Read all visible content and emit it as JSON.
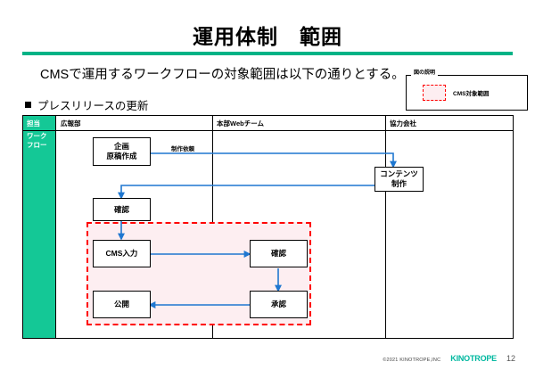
{
  "slide": {
    "title": "運用体制　範囲",
    "lead_text": "CMSで運用するワークフローの対象範囲は以下の通りとする。",
    "bullet_text": "プレスリリースの更新",
    "accent_color": "#00b386",
    "green_column_color": "#14c896",
    "scope_border_color": "#ff0000",
    "scope_fill_color": "#fdeef1",
    "connector_color": "#1f77d0"
  },
  "legend": {
    "caption": "図の説明",
    "item_label": "CMS対象範囲"
  },
  "table": {
    "responsible": {
      "header": "担当",
      "body": "ワーク\nフロー"
    },
    "columns": [
      {
        "label": "広報部"
      },
      {
        "label": "本部Webチーム"
      },
      {
        "label": "協力会社"
      }
    ]
  },
  "flow": {
    "nodes": [
      {
        "id": "plan",
        "label": "企画\n原稿作成",
        "column": "広報部"
      },
      {
        "id": "content",
        "label": "コンテンツ\n制作",
        "column": "協力会社"
      },
      {
        "id": "check1",
        "label": "確認",
        "column": "広報部"
      },
      {
        "id": "cms-input",
        "label": "CMS入力",
        "column": "広報部"
      },
      {
        "id": "check2",
        "label": "確認",
        "column": "本部Webチーム"
      },
      {
        "id": "approve",
        "label": "承認",
        "column": "本部Webチーム"
      },
      {
        "id": "publish",
        "label": "公開",
        "column": "広報部"
      }
    ],
    "edges": [
      {
        "from": "plan",
        "to": "content",
        "label": "制作依頼"
      },
      {
        "from": "content",
        "to": "check1",
        "label": ""
      },
      {
        "from": "check1",
        "to": "cms-input",
        "label": ""
      },
      {
        "from": "cms-input",
        "to": "check2",
        "label": ""
      },
      {
        "from": "check2",
        "to": "approve",
        "label": ""
      },
      {
        "from": "approve",
        "to": "publish",
        "label": ""
      }
    ]
  },
  "footer": {
    "copyright": "©2021 KINOTROPE,INC",
    "brand": "KINOTROPE",
    "page_number": "12"
  }
}
